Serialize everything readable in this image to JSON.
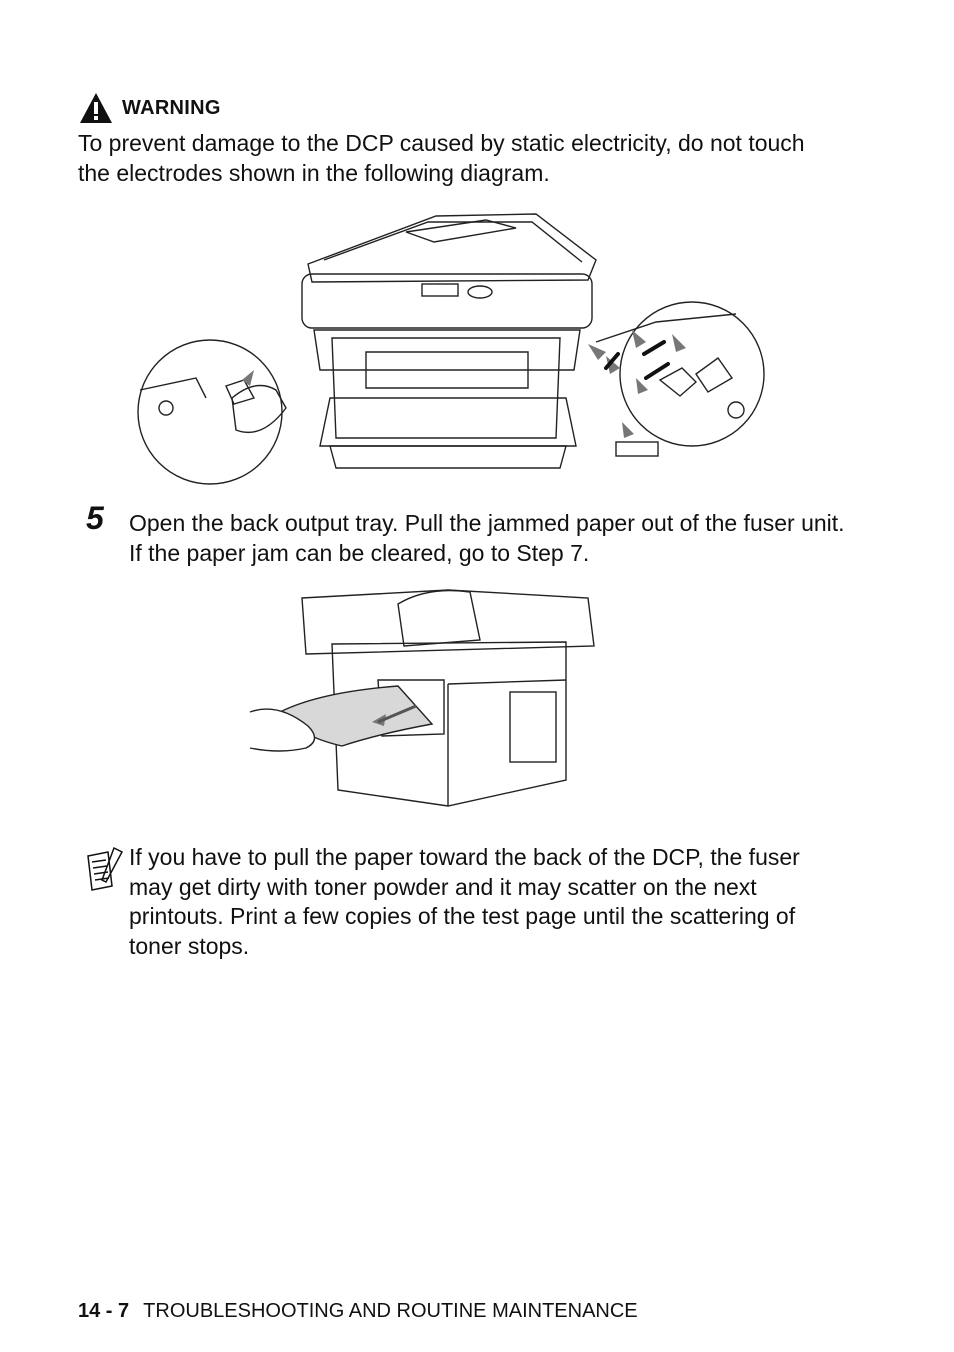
{
  "warning": {
    "title": "WARNING",
    "text": "To prevent damage to the DCP caused by static electricity, do not touch the electrodes shown in the following diagram."
  },
  "step": {
    "number": "5",
    "text": "Open the back output tray. Pull the jammed paper out of the fuser unit. If the paper jam can be cleared, go to Step 7."
  },
  "note": {
    "icon": "note-pad-icon",
    "text": "If you have to pull the paper toward the back of the DCP, the fuser may get dirty with toner powder and it may scatter on the next printouts. Print a few copies of the test page until the scattering of toner stops."
  },
  "footer": {
    "page": "14 - 7",
    "chapter": "TROUBLESHOOTING AND ROUTINE MAINTENANCE"
  }
}
